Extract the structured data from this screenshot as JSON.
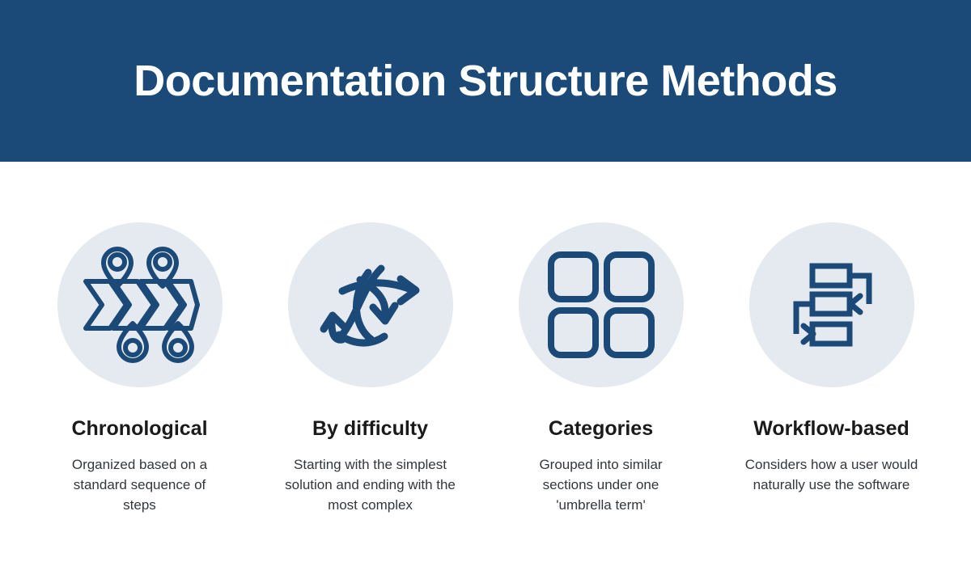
{
  "header": {
    "title": "Documentation Structure Methods",
    "background_color": "#1b4a78",
    "text_color": "#ffffff"
  },
  "theme": {
    "accent_color": "#1b4a78",
    "circle_background": "#e4eaf0",
    "title_text_color": "#1a1a1a",
    "body_text_color": "#33373b",
    "page_background": "#ffffff"
  },
  "columns": [
    {
      "icon": "chronological-timeline-pins-icon",
      "title": "Chronological",
      "description": "Organized based on a standard sequence of steps"
    },
    {
      "icon": "tangled-arrows-icon",
      "title": "By difficulty",
      "description": "Starting with the simplest solution and ending with the most complex"
    },
    {
      "icon": "grid-squares-icon",
      "title": "Categories",
      "description": "Grouped into similar sections under one 'umbrella term'"
    },
    {
      "icon": "workflow-boxes-icon",
      "title": "Workflow-based",
      "description": "Considers how a user would naturally use the software"
    }
  ]
}
